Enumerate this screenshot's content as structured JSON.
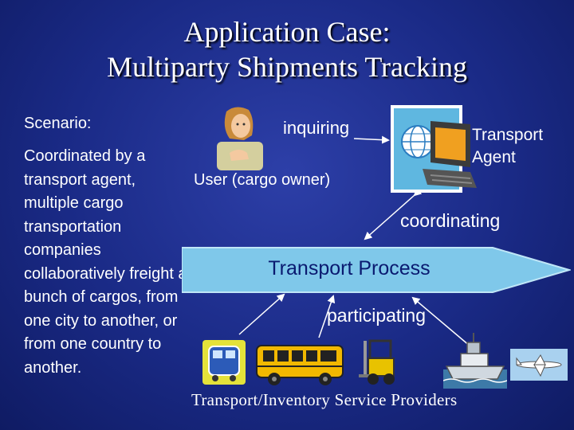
{
  "slide": {
    "title_line1": "Application Case:",
    "title_line2": "Multiparty Shipments Tracking",
    "scenario_label": "Scenario:",
    "scenario_text": "Coordinated by a transport agent, multiple cargo transportation companies collaboratively freight a bunch of cargos, from one city to another, or from one country to another."
  },
  "diagram": {
    "inquiring": "inquiring",
    "transport_agent": "Transport Agent",
    "user": "User (cargo owner)",
    "coordinating": "coordinating",
    "process": "Transport Process",
    "participating": "participating",
    "providers": "Transport/Inventory Service Providers"
  },
  "colors": {
    "background": "#1a2a86",
    "process_fill": "#7fc8ea",
    "text": "#ffffff"
  },
  "icons": [
    "woman-user-icon",
    "computer-globe-icon",
    "train-icon",
    "school-bus-icon",
    "forklift-icon",
    "ship-icon",
    "airplane-icon"
  ]
}
